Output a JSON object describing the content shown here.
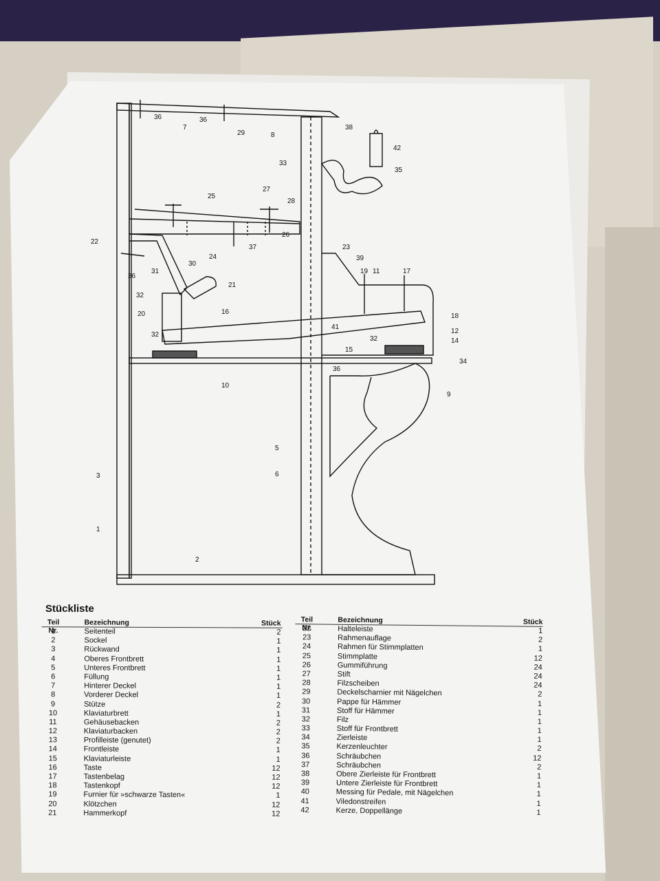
{
  "callouts": [
    "36",
    "36",
    "7",
    "29",
    "8",
    "38",
    "42",
    "33",
    "35",
    "27",
    "28",
    "25",
    "26",
    "22",
    "24",
    "37",
    "23",
    "30",
    "39",
    "36",
    "31",
    "19",
    "11",
    "17",
    "21",
    "32",
    "18",
    "20",
    "16",
    "12",
    "41",
    "32",
    "14",
    "32",
    "15",
    "34",
    "36",
    "10",
    "9",
    "5",
    "3",
    "6",
    "1",
    "2"
  ],
  "table": {
    "title": "Stückliste",
    "headers": {
      "nr": "Teil Nr.",
      "name": "Bezeichnung",
      "qty": "Stück"
    },
    "left": [
      {
        "nr": "1",
        "name": "Seitenteil",
        "qty": "2"
      },
      {
        "nr": "2",
        "name": "Sockel",
        "qty": "1"
      },
      {
        "nr": "3",
        "name": "Rückwand",
        "qty": "1"
      },
      {
        "nr": "4",
        "name": "Oberes Frontbrett",
        "qty": "1"
      },
      {
        "nr": "5",
        "name": "Unteres Frontbrett",
        "qty": "1"
      },
      {
        "nr": "6",
        "name": "Füllung",
        "qty": "1"
      },
      {
        "nr": "7",
        "name": "Hinterer Deckel",
        "qty": "1"
      },
      {
        "nr": "8",
        "name": "Vorderer Deckel",
        "qty": "1"
      },
      {
        "nr": "9",
        "name": "Stütze",
        "qty": "2"
      },
      {
        "nr": "10",
        "name": "Klaviaturbrett",
        "qty": "1"
      },
      {
        "nr": "11",
        "name": "Gehäusebacken",
        "qty": "2"
      },
      {
        "nr": "12",
        "name": "Klaviaturbacken",
        "qty": "2"
      },
      {
        "nr": "13",
        "name": "Profilleiste (genutet)",
        "qty": "2"
      },
      {
        "nr": "14",
        "name": "Frontleiste",
        "qty": "1"
      },
      {
        "nr": "15",
        "name": "Klaviaturleiste",
        "qty": "1"
      },
      {
        "nr": "16",
        "name": "Taste",
        "qty": "12"
      },
      {
        "nr": "17",
        "name": "Tastenbelag",
        "qty": "12"
      },
      {
        "nr": "18",
        "name": "Tastenkopf",
        "qty": "12"
      },
      {
        "nr": "19",
        "name": "Furnier für »schwarze Tasten«",
        "qty": "1"
      },
      {
        "nr": "20",
        "name": "Klötzchen",
        "qty": "12"
      },
      {
        "nr": "21",
        "name": "Hammerkopf",
        "qty": "12"
      }
    ],
    "right": [
      {
        "nr": "22",
        "name": "Halteleiste",
        "qty": "1"
      },
      {
        "nr": "23",
        "name": "Rahmenauflage",
        "qty": "2"
      },
      {
        "nr": "24",
        "name": "Rahmen für Stimmplatten",
        "qty": "1"
      },
      {
        "nr": "25",
        "name": "Stimmplatte",
        "qty": "12"
      },
      {
        "nr": "26",
        "name": "Gummiführung",
        "qty": "24"
      },
      {
        "nr": "27",
        "name": "Stift",
        "qty": "24"
      },
      {
        "nr": "28",
        "name": "Filzscheiben",
        "qty": "24"
      },
      {
        "nr": "29",
        "name": "Deckelscharnier mit Nägelchen",
        "qty": "2"
      },
      {
        "nr": "30",
        "name": "Pappe für Hämmer",
        "qty": "1"
      },
      {
        "nr": "31",
        "name": "Stoff für Hämmer",
        "qty": "1"
      },
      {
        "nr": "32",
        "name": "Filz",
        "qty": "1"
      },
      {
        "nr": "33",
        "name": "Stoff für Frontbrett",
        "qty": "1"
      },
      {
        "nr": "34",
        "name": "Zierleiste",
        "qty": "1"
      },
      {
        "nr": "35",
        "name": "Kerzenleuchter",
        "qty": "2"
      },
      {
        "nr": "36",
        "name": "Schräubchen",
        "qty": "12"
      },
      {
        "nr": "37",
        "name": "Schräubchen",
        "qty": "2"
      },
      {
        "nr": "38",
        "name": "Obere Zierleiste für Frontbrett",
        "qty": "1"
      },
      {
        "nr": "39",
        "name": "Untere Zierleiste für Frontbrett",
        "qty": "1"
      },
      {
        "nr": "40",
        "name": "Messing für Pedale, mit Nägelchen",
        "qty": "1"
      },
      {
        "nr": "41",
        "name": "Viledonstreifen",
        "qty": "1"
      },
      {
        "nr": "42",
        "name": "Kerze, Doppellänge",
        "qty": "1"
      }
    ]
  }
}
